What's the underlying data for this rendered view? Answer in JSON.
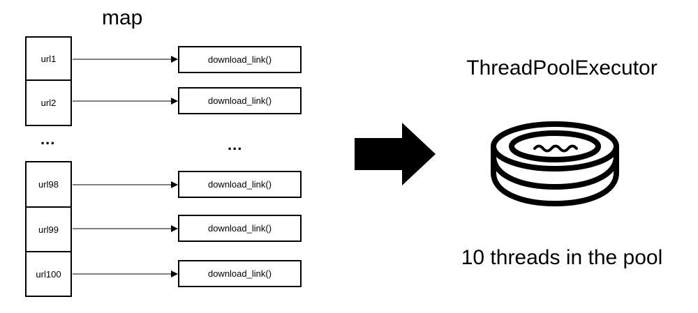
{
  "diagram": {
    "map_label": "map",
    "rows": [
      {
        "url": "url1",
        "function": "download_link()"
      },
      {
        "url": "url2",
        "function": "download_link()"
      },
      {
        "url": "url98",
        "function": "download_link()"
      },
      {
        "url": "url99",
        "function": "download_link()"
      },
      {
        "url": "url100",
        "function": "download_link()"
      }
    ],
    "left_ellipsis": "...",
    "right_ellipsis": "...",
    "pool": {
      "title": "ThreadPoolExecutor",
      "icon": "pool-icon",
      "caption": "10 threads in the pool"
    },
    "transition_icon": "right-arrow-icon"
  }
}
